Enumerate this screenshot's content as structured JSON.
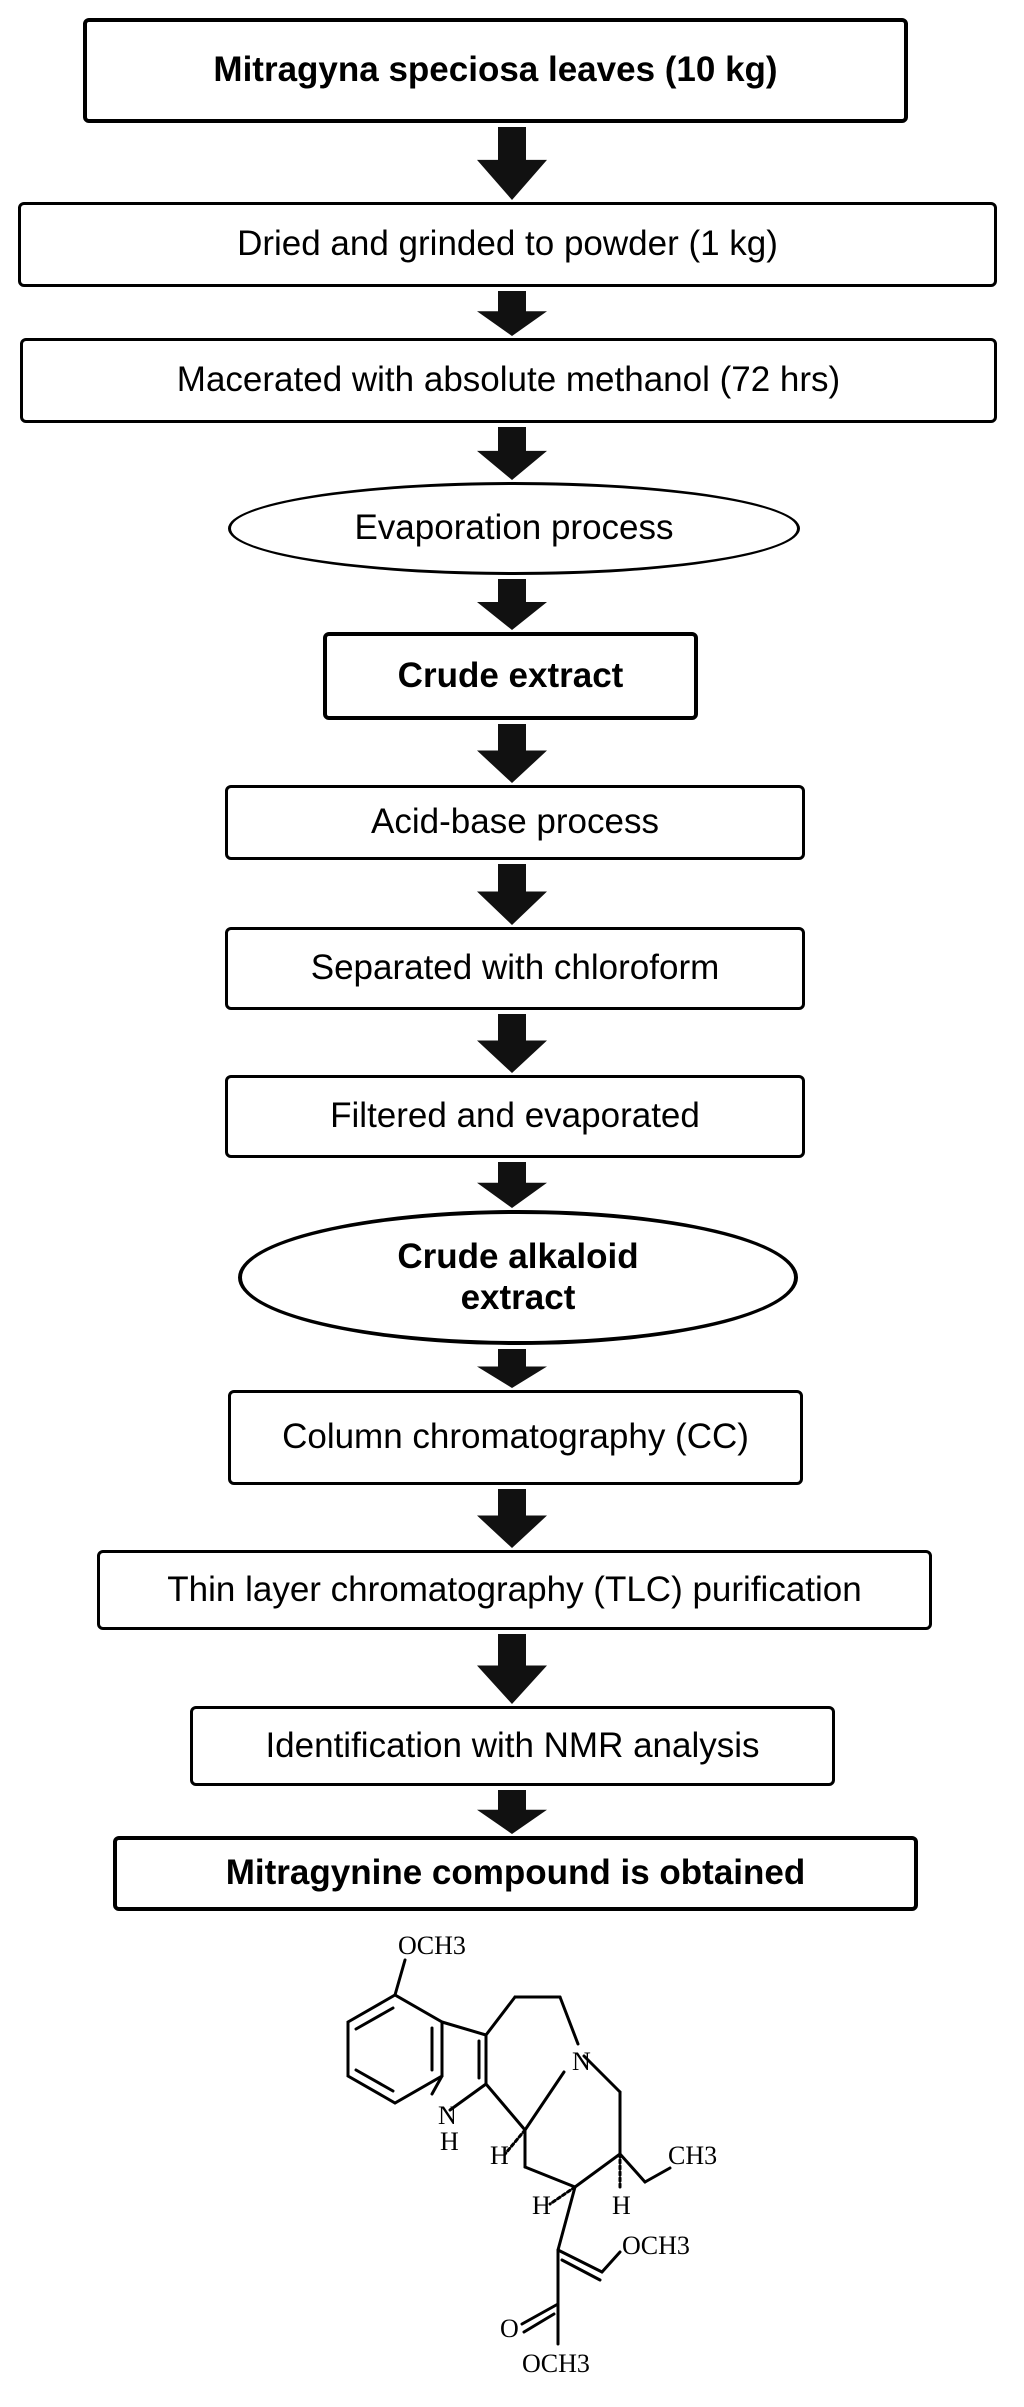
{
  "flowchart": {
    "steps": [
      {
        "id": "leaves",
        "label": "Mitragyna speciosa leaves (10 kg)",
        "shape": "rect",
        "bold": true
      },
      {
        "id": "powder",
        "label": "Dried and grinded to powder (1 kg)",
        "shape": "rect",
        "bold": false
      },
      {
        "id": "macerated",
        "label": "Macerated  with absolute methanol (72 hrs)",
        "shape": "rect",
        "bold": false
      },
      {
        "id": "evaporation",
        "label": "Evaporation process",
        "shape": "ellipse",
        "bold": false
      },
      {
        "id": "crude-extract",
        "label": "Crude extract",
        "shape": "rect",
        "bold": true
      },
      {
        "id": "acid-base",
        "label": "Acid-base process",
        "shape": "rect",
        "bold": false
      },
      {
        "id": "chloroform",
        "label": "Separated with chloroform",
        "shape": "rect",
        "bold": false
      },
      {
        "id": "filtered",
        "label": "Filtered  and evaporated",
        "shape": "rect",
        "bold": false
      },
      {
        "id": "crude-alkaloid",
        "label": "Crude alkaloid extract",
        "shape": "ellipse",
        "bold": true
      },
      {
        "id": "column",
        "label": "Column chromatography (CC)",
        "shape": "rect",
        "bold": false
      },
      {
        "id": "tlc",
        "label": "Thin layer chromatography (TLC) purification",
        "shape": "rect",
        "bold": false
      },
      {
        "id": "nmr",
        "label": "Identification with NMR analysis",
        "shape": "rect",
        "bold": false
      },
      {
        "id": "mitragynine",
        "label": "Mitragynine compound is obtained",
        "shape": "rect",
        "bold": true
      }
    ],
    "arrow_color": "#111111"
  },
  "structure": {
    "labels": {
      "och3_top": "OCH3",
      "nh": "N",
      "h_nh": "H",
      "n_ring": "N",
      "h_left": "H",
      "ch3": "CH3",
      "h_right": "H",
      "h_bottom": "H",
      "och3_vinyl": "OCH3",
      "o_carbonyl": "O",
      "och3_ester": "OCH3"
    }
  }
}
